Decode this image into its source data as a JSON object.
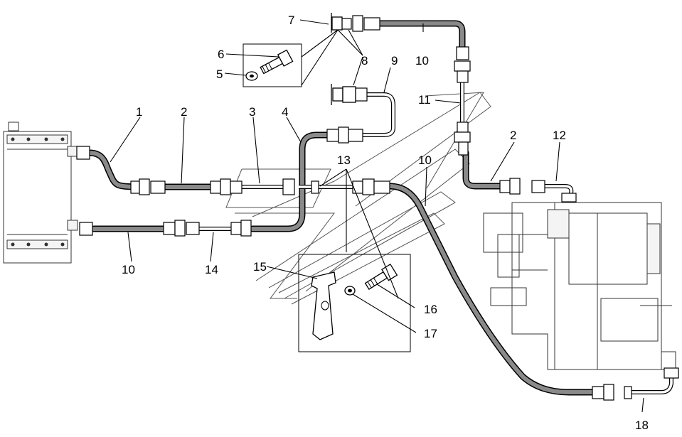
{
  "labels": {
    "l1": "1",
    "l2a": "2",
    "l2b": "2",
    "l3": "3",
    "l4": "4",
    "l5": "5",
    "l6": "6",
    "l7": "7",
    "l8": "8",
    "l9": "9",
    "l10a": "10",
    "l10b": "10",
    "l10c": "10",
    "l11": "11",
    "l12": "12",
    "l13": "13",
    "l14": "14",
    "l15": "15",
    "l16": "16",
    "l17": "17",
    "l18": "18"
  },
  "colors": {
    "line": "#000000",
    "hose_fill": "#8a8a8a",
    "background": "#ffffff"
  }
}
